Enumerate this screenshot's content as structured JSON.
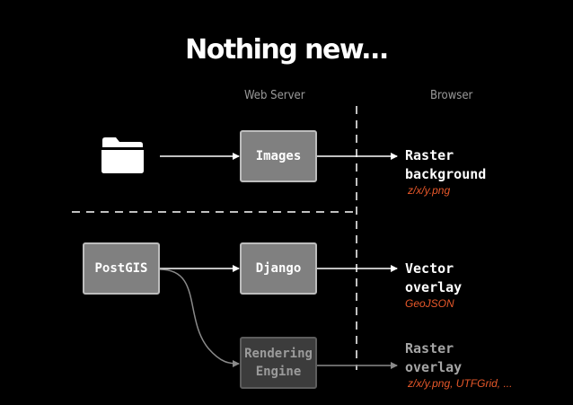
{
  "title": "Nothing new...",
  "columns": {
    "web_server": "Web Server",
    "browser": "Browser"
  },
  "icons": {
    "folder": "folder-icon"
  },
  "boxes": {
    "images": "Images",
    "postgis": "PostGIS",
    "django": "Django",
    "rendering_line1": "Rendering",
    "rendering_line2": "Engine"
  },
  "outputs": {
    "raster_bg": {
      "line1": "Raster",
      "line2": "background",
      "format": "z/x/y.png"
    },
    "vector": {
      "line1": "Vector",
      "line2": "overlay",
      "format": "GeoJSON"
    },
    "raster_ov": {
      "line1": "Raster",
      "line2": "overlay",
      "format": "z/x/y.png, UTFGrid, ..."
    }
  },
  "colors": {
    "accent": "#e8582a",
    "box_fill": "#808080",
    "dim_box_fill": "#3c3c3c"
  }
}
